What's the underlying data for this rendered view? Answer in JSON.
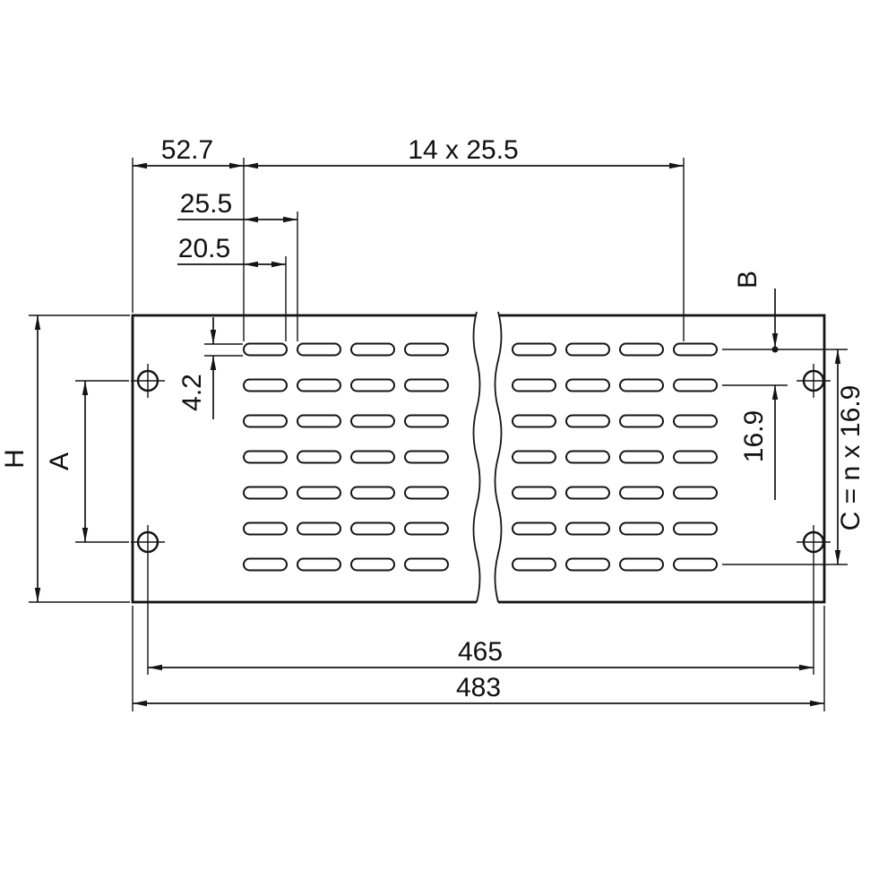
{
  "drawing": {
    "title": "Vented rack panel dimension drawing",
    "labels": {
      "offset_left": "52.7",
      "slot_pattern": "14 x 25.5",
      "pitch": "25.5",
      "slot_length": "20.5",
      "slot_height": "4.2",
      "b": "B",
      "row_pitch": "16.9",
      "c_formula": "C = n x 16.9",
      "panel_height": "H",
      "hole_span_vertical": "A",
      "hole_span_horizontal": "465",
      "panel_width": "483"
    },
    "slot_grid": {
      "rows": 7,
      "left_columns": 4,
      "right_columns": 4
    },
    "colors": {
      "panel_fill": "#d4d4d4",
      "line": "#141414",
      "background": "#ffffff"
    }
  }
}
